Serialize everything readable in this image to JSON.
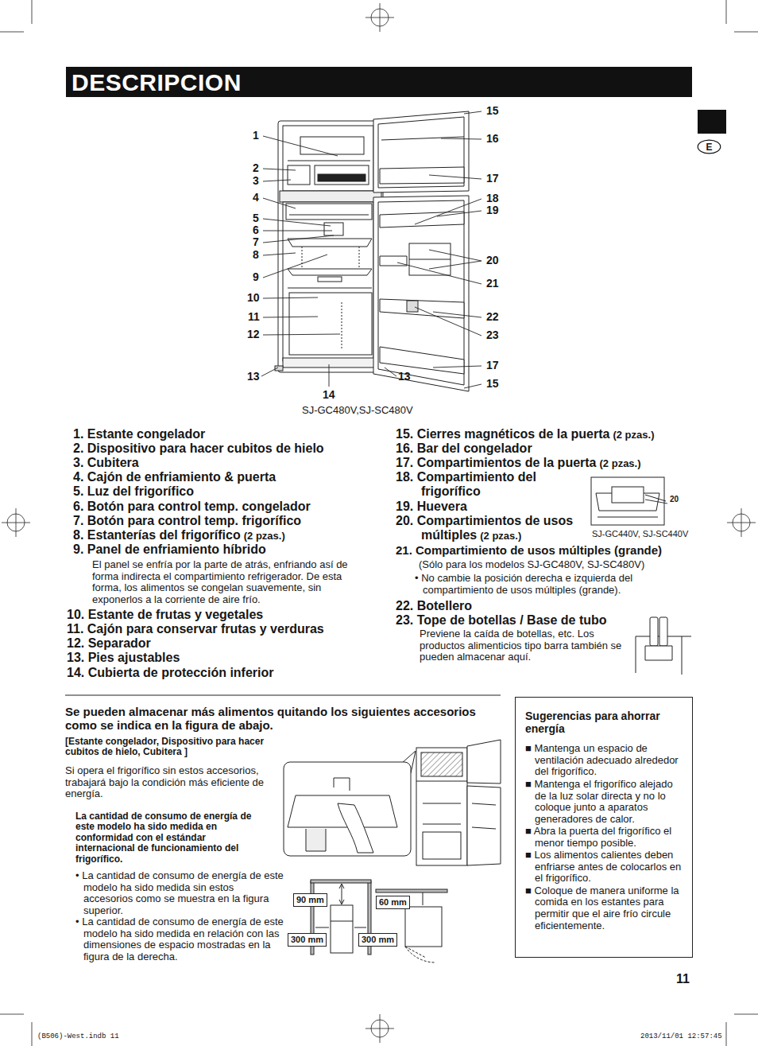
{
  "diagram": {
    "title": "DESCRIPCION",
    "nodes": [
      {
        "text": [
          "E"
        ]
      },
      {
        "text": [
          "Sugerencias para ahorrar energía",
          "■ Mantenga un espacio de ventilación adecuado alrededor del frigorífico.",
          "■ Mantenga el frigorífico alejado de la luz solar directa y no lo coloque junto a aparatos generadores de calor.",
          "■ Abra la puerta del frigorífico el menor tiempo posible.",
          "■ Los alimentos calientes deben enfriarse antes de colocarlos en el frigorífico.",
          "■ Coloque de manera uniforme la comida en los estantes para permitir que el aire frío circule eficientemente."
        ]
      },
      {
        "text": [
          "90 mm"
        ]
      },
      {
        "text": [
          "60 mm"
        ]
      },
      {
        "text": [
          "300 mm"
        ]
      },
      {
        "text": [
          "300 mm"
        ]
      }
    ],
    "labels": [
      "1",
      "2",
      "3",
      "4",
      "5",
      "6",
      "7",
      "8",
      "9",
      "10",
      "11",
      "12",
      "13",
      "14",
      "13",
      "15",
      "16",
      "17",
      "18",
      "19",
      "20",
      "21",
      "22",
      "23",
      "17",
      "15",
      "SJ-GC480V,SJ-SC480V",
      "20",
      "SJ-GC440V, SJ-SC440V",
      "1. Estante congelador",
      "2. Dispositivo para hacer cubitos de hielo",
      "3. Cubitera",
      "4. Cajón de enfriamiento & puerta",
      "5. Luz del frigorífico",
      "6. Botón para control temp. congelador",
      "7. Botón para control temp. frigorífico",
      "8. Estanterías del frigorífico",
      "(2 pzas.)",
      "9. Panel de enfriamiento híbrido",
      "El panel se enfría por la parte de atrás, enfriando así de forma indirecta el compartimiento refrigerador. De esta forma, los alimentos se congelan suavemente, sin exponerlos a la corriente de aire frío.",
      "10. Estante de frutas y vegetales",
      "11. Cajón para conservar frutas y verduras",
      "12. Separador",
      "13. Pies ajustables",
      "14. Cubierta de protección inferior",
      "15. Cierres magnéticos de la puerta",
      "(2 pzas.)",
      "16. Bar del congelador",
      "17. Compartimientos de la puerta",
      "(2 pzas.)",
      "18. Compartimiento del frigorífico",
      "19. Huevera",
      "20. Compartimientos de usos múltiples",
      "(2 pzas.)",
      "21. Compartimiento de usos múltiples (grande)",
      "(Sólo para los modelos SJ-GC480V, SJ-SC480V)",
      "• No cambie la posición derecha e izquierda del compartimiento de usos múltiples (grande).",
      "22. Botellero",
      "23. Tope de botellas / Base de tubo",
      "Previene la caída de botellas, etc. Los productos alimenticios tipo barra también se pueden almacenar aquí.",
      "Se pueden almacenar más alimentos quitando los siguientes accesorios como se indica en la figura de abajo.",
      "[Estante congelador, Dispositivo para hacer cubitos de hielo, Cubitera ]",
      "Si opera el frigorífico sin estos accesorios, trabajará bajo la condición más eficiente de energía.",
      "La cantidad de consumo de energía de este modelo ha sido medida en conformidad con el estándar internacional de funcionamiento del frigorífico.",
      "• La cantidad de consumo de energía de este modelo ha sido medida sin estos accesorios como se muestra en la figura superior.",
      "• La cantidad de consumo de energía de este modelo ha sido medida en relación con las dimensiones de espacio mostradas en la figura de la derecha.",
      "11",
      "(B506)-West.indb 11",
      "2013/11/01 12:57:45"
    ]
  }
}
